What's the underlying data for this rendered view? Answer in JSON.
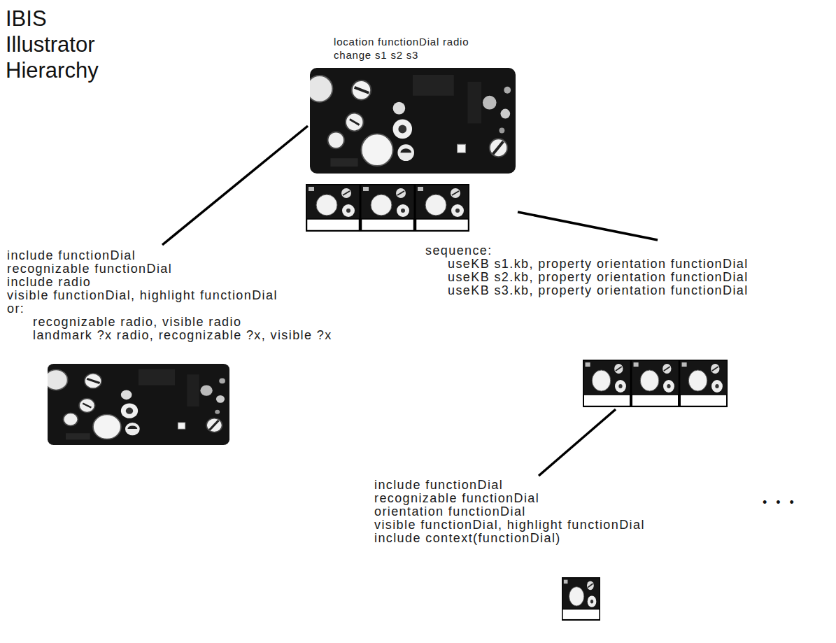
{
  "diagram": {
    "title": "IBIS Illustrator Hierarchy",
    "nodes": [
      {
        "text": [
          "location functionDial radio",
          "change s1 s2 s3"
        ]
      },
      {
        "text": [
          "include functionDial",
          "recognizable functionDial",
          "include radio",
          "visible functionDial, highlight functionDial",
          "or:",
          "recognizable radio, visible radio",
          "landmark ?x radio, recognizable ?x, visible ?x"
        ]
      },
      {
        "text": [
          "sequence:",
          "useKB s1.kb, property orientation functionDial",
          "useKB s2.kb, property orientation functionDial",
          "useKB s3.kb, property orientation functionDial"
        ]
      },
      {
        "text": [
          "include functionDial",
          "recognizable functionDial",
          "orientation functionDial",
          "visible functionDial, highlight functionDial",
          "include context(functionDial)"
        ]
      }
    ],
    "edges": [
      {
        "from": 0,
        "to": 1,
        "arrow": "none"
      },
      {
        "from": 0,
        "to": 2,
        "arrow": "none"
      },
      {
        "from": 2,
        "to": 3,
        "arrow": "none"
      }
    ],
    "labels": [
      "• • •"
    ]
  }
}
